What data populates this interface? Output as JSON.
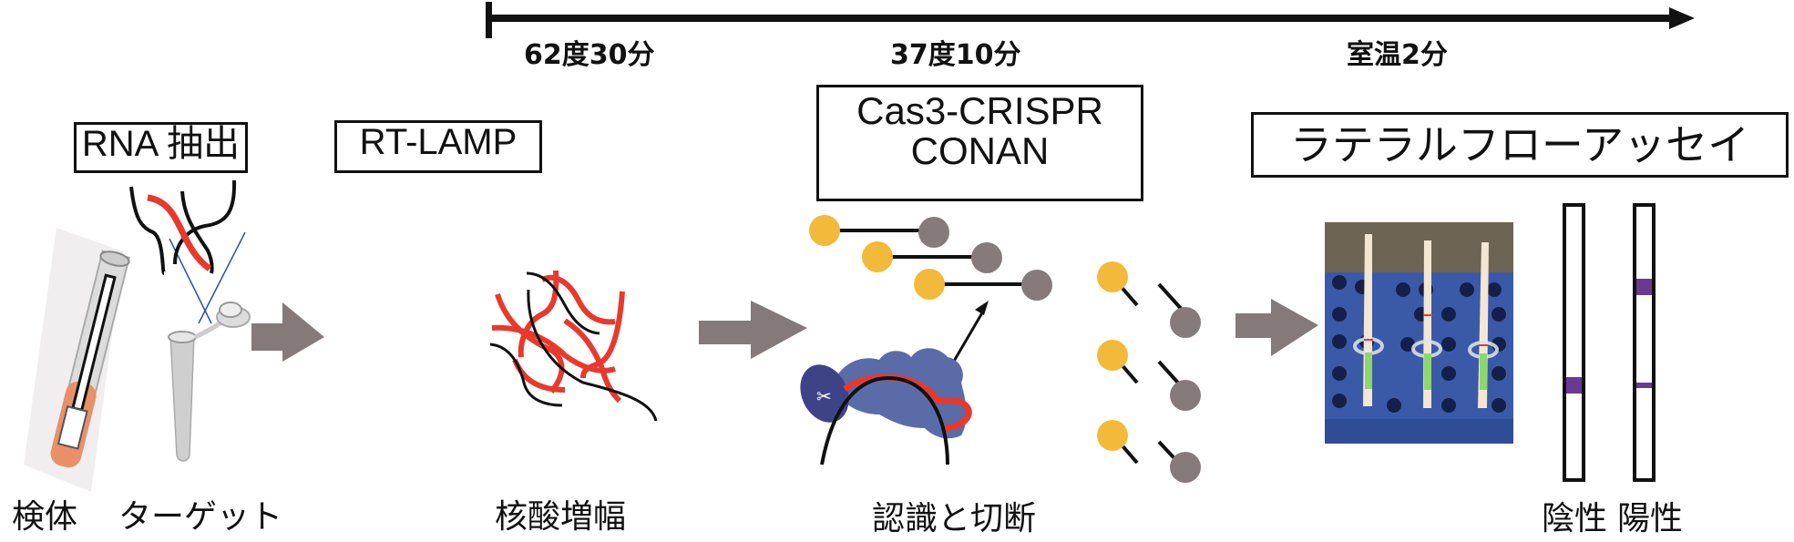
{
  "timeline": {
    "labels": [
      "62度30分",
      "37度10分",
      "室温2分"
    ]
  },
  "steps": [
    {
      "box": "RNA 抽出",
      "captions": [
        "検体",
        "ターゲット"
      ]
    },
    {
      "box": "RT-LAMP",
      "captions": [
        "核酸増幅"
      ]
    },
    {
      "box_lines": [
        "Cas3-CRISPR",
        "CONAN"
      ],
      "captions": [
        "認識と切断"
      ]
    },
    {
      "box": "ラテラルフローアッセイ",
      "captions": [
        "陰性",
        "陽性"
      ]
    }
  ],
  "colors": {
    "arrow": "#847a7a",
    "rna_red": "#e8392d",
    "fluor_yellow": "#f2b93b",
    "quencher_gray": "#857b7b",
    "cas3_blue": "#5a6ca8",
    "cas3_dark": "#3e4388",
    "band_purple": "#6a3a92",
    "swab_orange": "#e8906a"
  }
}
